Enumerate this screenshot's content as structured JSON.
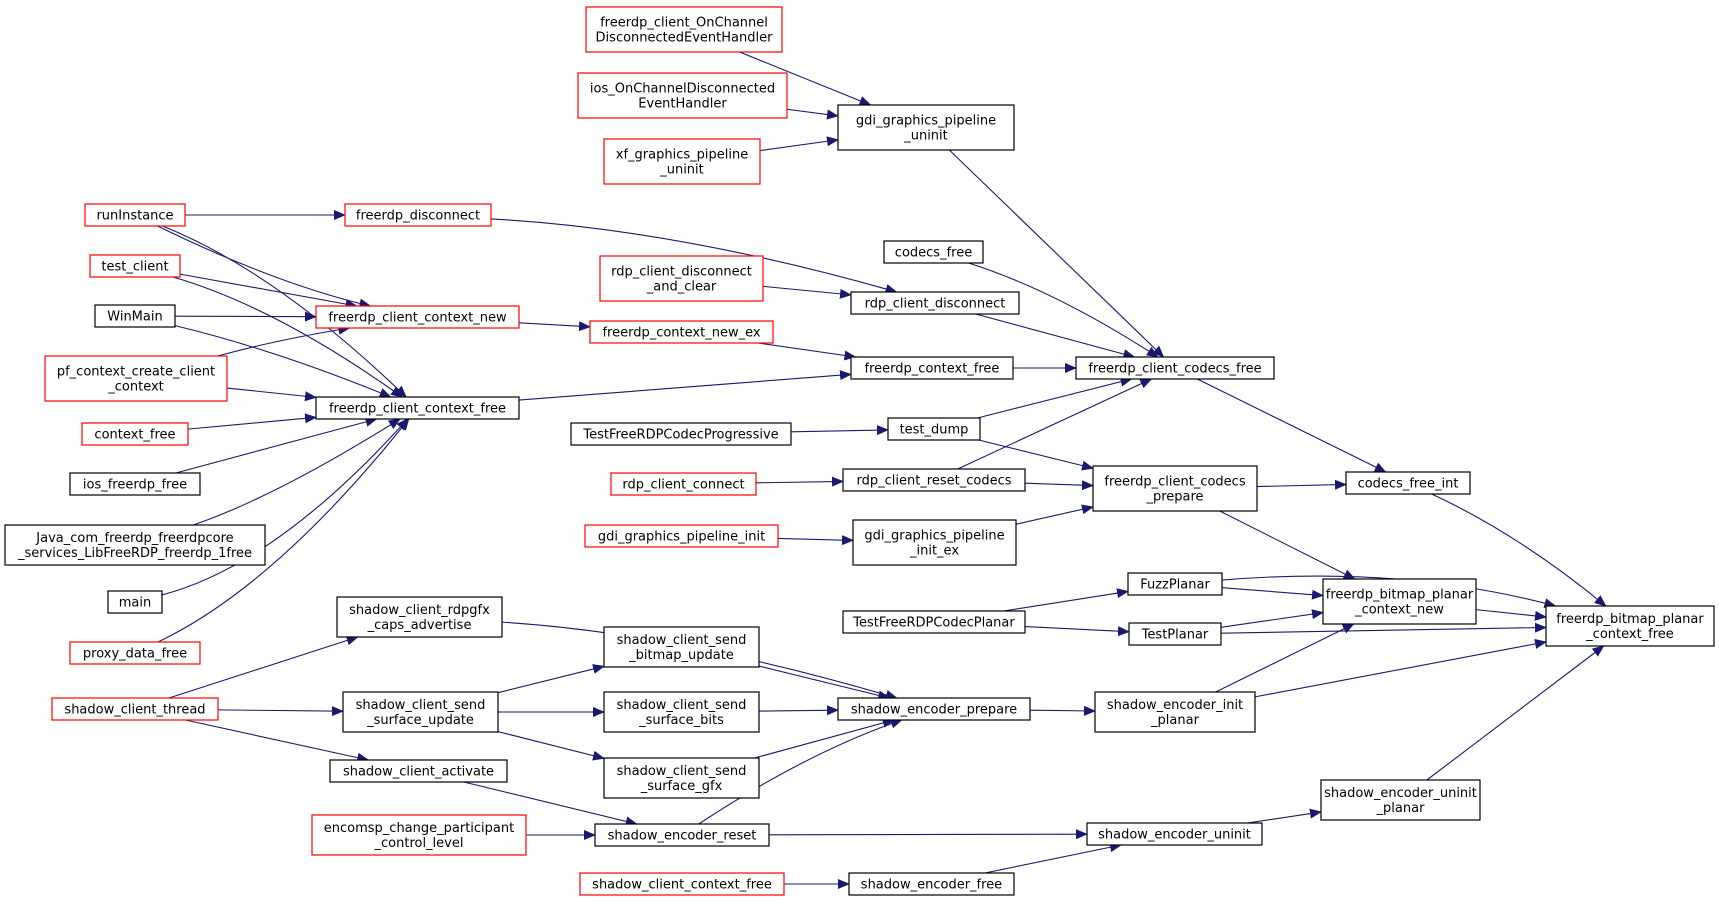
{
  "colors": {
    "edge": "#191970",
    "border_default": "#000000",
    "border_truncated": "#ff0000",
    "focus_fill": "#bfbfbf",
    "node_fill": "#ffffff",
    "text": "#000000"
  },
  "nodes": [
    {
      "id": "n_ocdeh",
      "label": [
        "freerdp_client_OnChannel",
        "DisconnectedEventHandler"
      ],
      "style": "truncated"
    },
    {
      "id": "n_ios_ocdeh",
      "label": [
        "ios_OnChannelDisconnected",
        "EventHandler"
      ],
      "style": "truncated"
    },
    {
      "id": "n_xf_gpu",
      "label": [
        "xf_graphics_pipeline",
        "_uninit"
      ],
      "style": "truncated"
    },
    {
      "id": "n_gdi_gpu",
      "label": [
        "gdi_graphics_pipeline",
        "_uninit"
      ],
      "style": "default"
    },
    {
      "id": "n_runInstance",
      "label": [
        "runInstance"
      ],
      "style": "truncated"
    },
    {
      "id": "n_freerdp_disconnect",
      "label": [
        "freerdp_disconnect"
      ],
      "style": "truncated"
    },
    {
      "id": "n_codecs_free",
      "label": [
        "codecs_free"
      ],
      "style": "default"
    },
    {
      "id": "n_test_client",
      "label": [
        "test_client"
      ],
      "style": "truncated"
    },
    {
      "id": "n_rdp_cdac",
      "label": [
        "rdp_client_disconnect",
        "_and_clear"
      ],
      "style": "truncated"
    },
    {
      "id": "n_rdp_cd",
      "label": [
        "rdp_client_disconnect"
      ],
      "style": "default"
    },
    {
      "id": "n_WinMain",
      "label": [
        "WinMain"
      ],
      "style": "default"
    },
    {
      "id": "n_fcc_new",
      "label": [
        "freerdp_client_context_new"
      ],
      "style": "truncated"
    },
    {
      "id": "n_fc_new_ex",
      "label": [
        "freerdp_context_new_ex"
      ],
      "style": "truncated"
    },
    {
      "id": "n_pf_ccc",
      "label": [
        "pf_context_create_client",
        "_context"
      ],
      "style": "truncated"
    },
    {
      "id": "n_fc_free",
      "label": [
        "freerdp_context_free"
      ],
      "style": "default"
    },
    {
      "id": "n_fcc_codecs_free",
      "label": [
        "freerdp_client_codecs_free"
      ],
      "style": "default"
    },
    {
      "id": "n_fcc_free",
      "label": [
        "freerdp_client_context_free"
      ],
      "style": "default"
    },
    {
      "id": "n_context_free",
      "label": [
        "context_free"
      ],
      "style": "truncated"
    },
    {
      "id": "n_tfrcp",
      "label": [
        "TestFreeRDPCodecProgressive"
      ],
      "style": "default"
    },
    {
      "id": "n_test_dump",
      "label": [
        "test_dump"
      ],
      "style": "default"
    },
    {
      "id": "n_ios_ff",
      "label": [
        "ios_freerdp_free"
      ],
      "style": "default"
    },
    {
      "id": "n_rdp_cc",
      "label": [
        "rdp_client_connect"
      ],
      "style": "truncated"
    },
    {
      "id": "n_rdp_crc",
      "label": [
        "rdp_client_reset_codecs"
      ],
      "style": "default"
    },
    {
      "id": "n_fccp",
      "label": [
        "freerdp_client_codecs",
        "_prepare"
      ],
      "style": "default"
    },
    {
      "id": "n_cfi",
      "label": [
        "codecs_free_int"
      ],
      "style": "default"
    },
    {
      "id": "n_java",
      "label": [
        "Java_com_freerdp_freerdpcore",
        "_services_LibFreeRDP_freerdp_1free"
      ],
      "style": "default"
    },
    {
      "id": "n_gdi_gpi",
      "label": [
        "gdi_graphics_pipeline_init"
      ],
      "style": "truncated"
    },
    {
      "id": "n_gdi_gpie",
      "label": [
        "gdi_graphics_pipeline",
        "_init_ex"
      ],
      "style": "default"
    },
    {
      "id": "n_fuzz",
      "label": [
        "FuzzPlanar"
      ],
      "style": "default"
    },
    {
      "id": "n_main",
      "label": [
        "main"
      ],
      "style": "default"
    },
    {
      "id": "n_scrca",
      "label": [
        "shadow_client_rdpgfx",
        "_caps_advertise"
      ],
      "style": "default"
    },
    {
      "id": "n_fbpcn",
      "label": [
        "freerdp_bitmap_planar",
        "_context_new"
      ],
      "style": "default"
    },
    {
      "id": "n_tfrcpl",
      "label": [
        "TestFreeRDPCodecPlanar"
      ],
      "style": "default"
    },
    {
      "id": "n_testplanar",
      "label": [
        "TestPlanar"
      ],
      "style": "default"
    },
    {
      "id": "n_fbpcf",
      "label": [
        "freerdp_bitmap_planar",
        "_context_free"
      ],
      "style": "focus"
    },
    {
      "id": "n_scsbu",
      "label": [
        "shadow_client_send",
        "_bitmap_update"
      ],
      "style": "default"
    },
    {
      "id": "n_proxy",
      "label": [
        "proxy_data_free"
      ],
      "style": "truncated"
    },
    {
      "id": "n_sct",
      "label": [
        "shadow_client_thread"
      ],
      "style": "truncated"
    },
    {
      "id": "n_scssu",
      "label": [
        "shadow_client_send",
        "_surface_update"
      ],
      "style": "default"
    },
    {
      "id": "n_scssb",
      "label": [
        "shadow_client_send",
        "_surface_bits"
      ],
      "style": "default"
    },
    {
      "id": "n_sep",
      "label": [
        "shadow_encoder_prepare"
      ],
      "style": "default"
    },
    {
      "id": "n_seip",
      "label": [
        "shadow_encoder_init",
        "_planar"
      ],
      "style": "default"
    },
    {
      "id": "n_sca",
      "label": [
        "shadow_client_activate"
      ],
      "style": "default"
    },
    {
      "id": "n_scsg",
      "label": [
        "shadow_client_send",
        "_surface_gfx"
      ],
      "style": "default"
    },
    {
      "id": "n_seup",
      "label": [
        "shadow_encoder_uninit",
        "_planar"
      ],
      "style": "default"
    },
    {
      "id": "n_ecpcl",
      "label": [
        "encomsp_change_participant",
        "_control_level"
      ],
      "style": "truncated"
    },
    {
      "id": "n_ser",
      "label": [
        "shadow_encoder_reset"
      ],
      "style": "default"
    },
    {
      "id": "n_seu",
      "label": [
        "shadow_encoder_uninit"
      ],
      "style": "default"
    },
    {
      "id": "n_sccf",
      "label": [
        "shadow_client_context_free"
      ],
      "style": "truncated"
    },
    {
      "id": "n_sef",
      "label": [
        "shadow_encoder_free"
      ],
      "style": "default"
    }
  ]
}
